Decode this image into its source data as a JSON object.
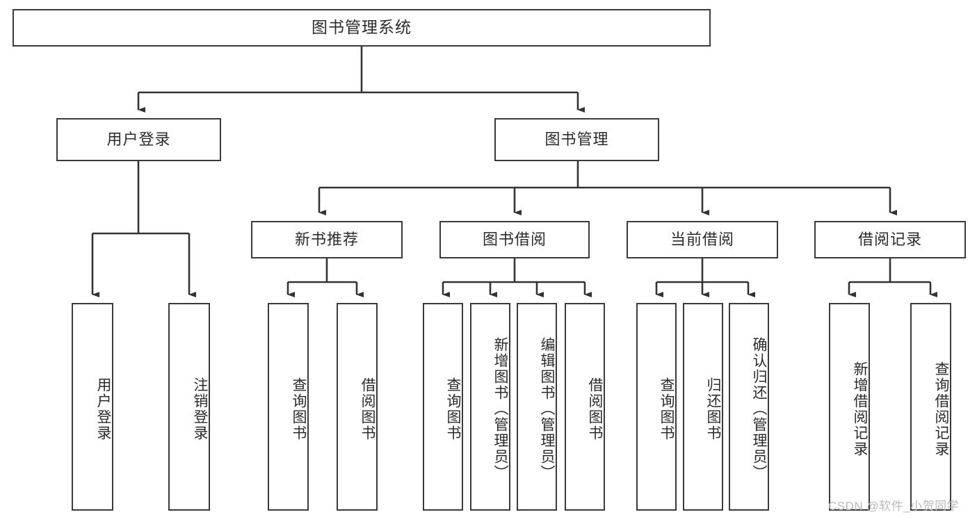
{
  "diagram": {
    "title": "图书管理系统",
    "type": "hierarchy-tree",
    "root": {
      "label": "图书管理系统",
      "name": "node-root-system"
    },
    "level2": [
      {
        "label": "用户登录",
        "name": "node-user-login"
      },
      {
        "label": "图书管理",
        "name": "node-book-management"
      }
    ],
    "level3": [
      {
        "label": "新书推荐",
        "name": "node-new-book-recommend"
      },
      {
        "label": "图书借阅",
        "name": "node-book-borrow"
      },
      {
        "label": "当前借阅",
        "name": "node-current-borrow"
      },
      {
        "label": "借阅记录",
        "name": "node-borrow-record"
      }
    ],
    "leaves": {
      "user_login": [
        {
          "label": "用户登录",
          "name": "leaf-user-login"
        },
        {
          "label": "注销登录",
          "name": "leaf-logout"
        }
      ],
      "new_book_recommend": [
        {
          "label": "查询图书",
          "name": "leaf-query-book-recommend"
        },
        {
          "label": "借阅图书",
          "name": "leaf-borrow-book-recommend"
        }
      ],
      "book_borrow": [
        {
          "label": "查询图书",
          "name": "leaf-query-book-borrow"
        },
        {
          "label": "新增图书（管理员）",
          "name": "leaf-add-book-admin"
        },
        {
          "label": "编辑图书（管理员）",
          "name": "leaf-edit-book-admin"
        },
        {
          "label": "借阅图书",
          "name": "leaf-borrow-book"
        }
      ],
      "current_borrow": [
        {
          "label": "查询图书",
          "name": "leaf-query-book-current"
        },
        {
          "label": "归还图书",
          "name": "leaf-return-book"
        },
        {
          "label": "确认归还（管理员）",
          "name": "leaf-confirm-return-admin"
        }
      ],
      "borrow_record": [
        {
          "label": "新增借阅记录",
          "name": "leaf-add-borrow-record"
        },
        {
          "label": "查询借阅记录",
          "name": "leaf-query-borrow-record"
        }
      ]
    },
    "watermark": "CSDN @软件_小贺同学",
    "colors": {
      "border": "#3a3a3a",
      "text": "#2b2b2b",
      "background": "#ffffff",
      "connector": "#333333",
      "watermark": "#b9b9b9"
    }
  }
}
